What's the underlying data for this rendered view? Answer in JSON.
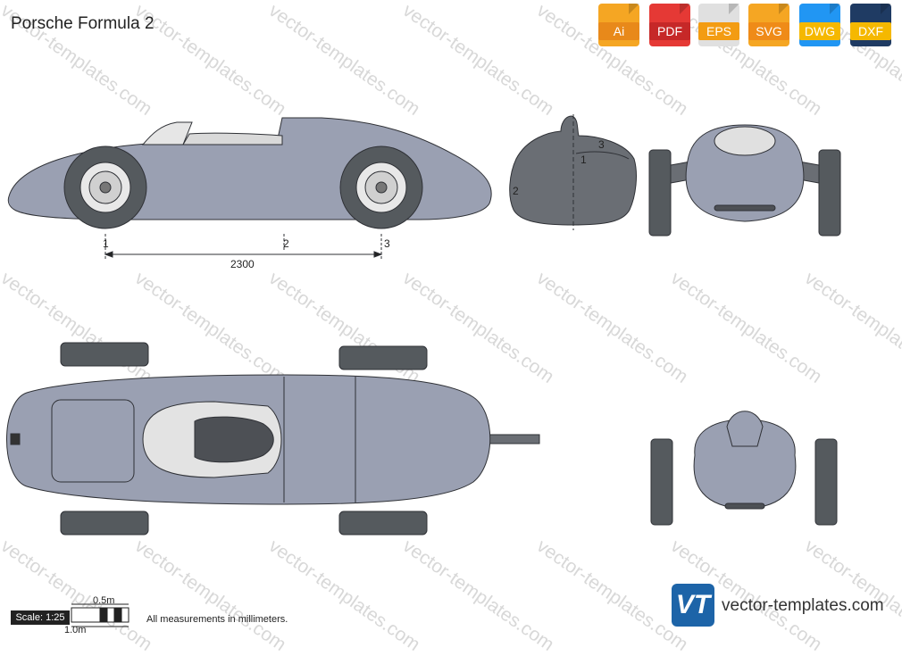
{
  "title": "Porsche Formula 2",
  "formats": [
    {
      "label": "Ai",
      "color": "#f5a623",
      "band": "#e8891a"
    },
    {
      "label": "PDF",
      "color": "#e53935",
      "band": "#c62828"
    },
    {
      "label": "EPS",
      "color": "#e0e0e0",
      "band": "#f39c12"
    },
    {
      "label": "SVG",
      "color": "#f5a623",
      "band": "#ef8b18"
    },
    {
      "label": "DWG",
      "color": "#2196f3",
      "band": "#f5b800"
    },
    {
      "label": "DXF",
      "color": "#1f3b63",
      "band": "#f5b800"
    }
  ],
  "watermark": "vector-templates.com",
  "dimensions": {
    "wheelbase": "2300",
    "marker_1": "1",
    "marker_2": "2",
    "marker_3": "3"
  },
  "scale": {
    "label": "Scale: 1:25",
    "half_meter": "0.5m",
    "one_meter": "1.0m"
  },
  "note": "All measurements in millimeters.",
  "brand": {
    "logo": "VT",
    "site": "vector-templates.com"
  },
  "colors": {
    "body": "#9aa0b2",
    "tire": "#555a5e",
    "dark": "#6a6e74",
    "outline": "#2f3136"
  }
}
